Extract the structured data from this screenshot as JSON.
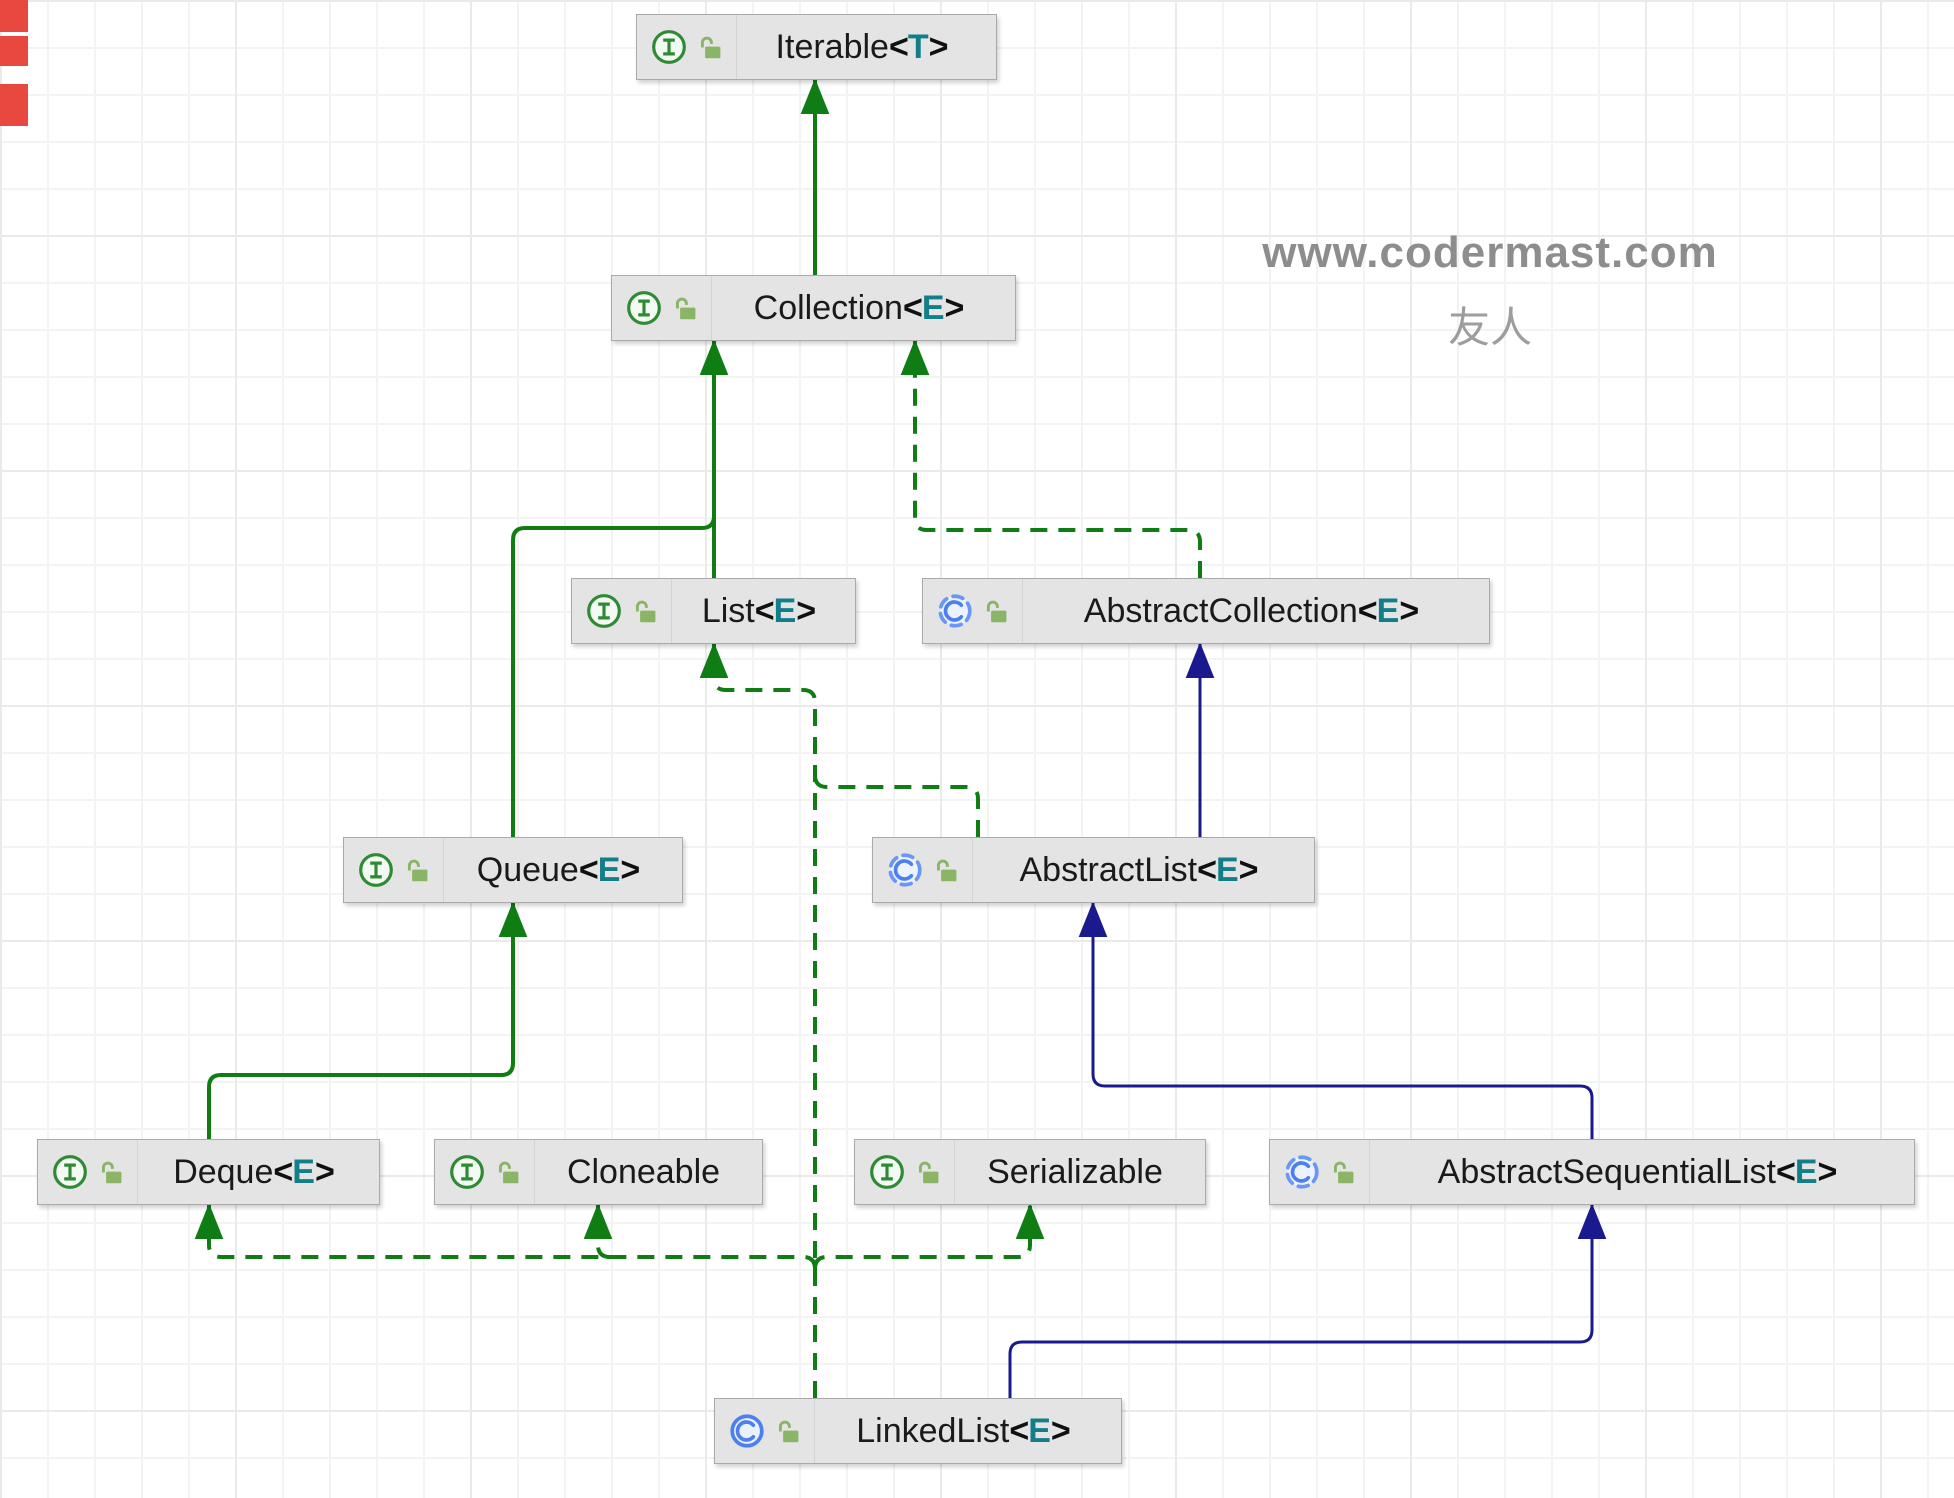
{
  "watermark": {
    "line1": "www.codermast.com",
    "line2": "友人"
  },
  "syntax": {
    "generic_open": "<",
    "generic_close": ">"
  },
  "colors": {
    "extends_interface_green": "#0f7d13",
    "extends_class_navy": "#1a1a8e",
    "generic_param_teal": "#127e8a",
    "node_fill_gray": "#e4e4e4",
    "watermark_gray": "#8d8d8d",
    "error_stripe_red": "#e8483f"
  },
  "nodes": [
    {
      "id": "iterable",
      "kind": "interface",
      "name": "Iterable",
      "param": "T"
    },
    {
      "id": "collection",
      "kind": "interface",
      "name": "Collection",
      "param": "E"
    },
    {
      "id": "list",
      "kind": "interface",
      "name": "List",
      "param": "E"
    },
    {
      "id": "abstract-collection",
      "kind": "abstract-class",
      "name": "AbstractCollection",
      "param": "E"
    },
    {
      "id": "queue",
      "kind": "interface",
      "name": "Queue",
      "param": "E"
    },
    {
      "id": "abstract-list",
      "kind": "abstract-class",
      "name": "AbstractList",
      "param": "E"
    },
    {
      "id": "deque",
      "kind": "interface",
      "name": "Deque",
      "param": "E"
    },
    {
      "id": "cloneable",
      "kind": "interface",
      "name": "Cloneable",
      "param": ""
    },
    {
      "id": "serializable",
      "kind": "interface",
      "name": "Serializable",
      "param": ""
    },
    {
      "id": "abstract-sequential-list",
      "kind": "abstract-class",
      "name": "AbstractSequentialList",
      "param": "E"
    },
    {
      "id": "linked-list",
      "kind": "class",
      "name": "LinkedList",
      "param": "E"
    }
  ],
  "edges": [
    {
      "from": "Collection",
      "to": "Iterable",
      "relation": "extends",
      "style": "solid-green"
    },
    {
      "from": "List",
      "to": "Collection",
      "relation": "extends",
      "style": "solid-green"
    },
    {
      "from": "Queue",
      "to": "Collection",
      "relation": "extends",
      "style": "solid-green"
    },
    {
      "from": "Deque",
      "to": "Queue",
      "relation": "extends",
      "style": "solid-green"
    },
    {
      "from": "AbstractCollection",
      "to": "Collection",
      "relation": "implements",
      "style": "dashed-green"
    },
    {
      "from": "AbstractList",
      "to": "List",
      "relation": "implements",
      "style": "dashed-green"
    },
    {
      "from": "AbstractList",
      "to": "AbstractCollection",
      "relation": "extends",
      "style": "solid-navy"
    },
    {
      "from": "AbstractSequentialList",
      "to": "AbstractList",
      "relation": "extends",
      "style": "solid-navy"
    },
    {
      "from": "LinkedList",
      "to": "AbstractSequentialList",
      "relation": "extends",
      "style": "solid-navy"
    },
    {
      "from": "LinkedList",
      "to": "List",
      "relation": "implements",
      "style": "dashed-green"
    },
    {
      "from": "LinkedList",
      "to": "Deque",
      "relation": "implements",
      "style": "dashed-green"
    },
    {
      "from": "LinkedList",
      "to": "Cloneable",
      "relation": "implements",
      "style": "dashed-green"
    },
    {
      "from": "LinkedList",
      "to": "Serializable",
      "relation": "implements",
      "style": "dashed-green"
    }
  ]
}
